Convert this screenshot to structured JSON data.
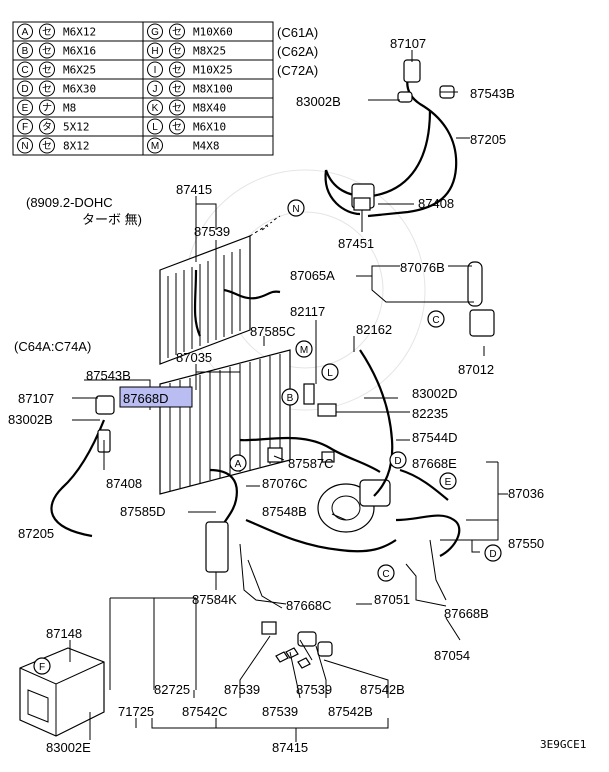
{
  "diagram": {
    "fastener_table": [
      {
        "letter": "A",
        "type": "セ",
        "spec": "M6X12"
      },
      {
        "letter": "G",
        "type": "セ",
        "spec": "M10X60"
      },
      {
        "letter": "B",
        "type": "セ",
        "spec": "M6X16"
      },
      {
        "letter": "H",
        "type": "セ",
        "spec": "M8X25"
      },
      {
        "letter": "C",
        "type": "セ",
        "spec": "M6X25"
      },
      {
        "letter": "I",
        "type": "セ",
        "spec": "M10X25"
      },
      {
        "letter": "D",
        "type": "セ",
        "spec": "M6X30"
      },
      {
        "letter": "J",
        "type": "セ",
        "spec": "M8X100"
      },
      {
        "letter": "E",
        "type": "ナ",
        "spec": "M8"
      },
      {
        "letter": "K",
        "type": "セ",
        "spec": "M8X40"
      },
      {
        "letter": "F",
        "type": "タ",
        "spec": "5X12"
      },
      {
        "letter": "L",
        "type": "セ",
        "spec": "M6X10"
      },
      {
        "letter": "N",
        "type": "セ",
        "spec": "8X12"
      },
      {
        "letter": "M",
        "type": "",
        "spec": "M4X8"
      }
    ],
    "model_note_top": [
      "(C61A)",
      "(C62A)",
      "(C72A)"
    ],
    "model_note_mid": [
      "(8909.2-DOHC",
      "ターボ 無)"
    ],
    "model_note_left": "(C64A:C74A)",
    "diagram_code": "3E9GCE1",
    "highlighted_part": "87668D",
    "callout_letters": [
      "N",
      "C",
      "M",
      "L",
      "B",
      "A",
      "D",
      "E",
      "C",
      "D",
      "F"
    ],
    "part_labels": [
      "87107",
      "83002B",
      "87543B",
      "87205",
      "87408",
      "87451",
      "87415",
      "87539",
      "87076B",
      "87065A",
      "87012",
      "82117",
      "87585C",
      "82162",
      "87035",
      "83002D",
      "82235",
      "87543B",
      "87107",
      "87668D",
      "83002B",
      "87544D",
      "87587C",
      "87668E",
      "87408",
      "87076C",
      "87036",
      "87585D",
      "87548B",
      "87550",
      "87205",
      "87584K",
      "87668C",
      "87051",
      "87668B",
      "87054",
      "87148",
      "82725",
      "87539",
      "87539",
      "87542B",
      "71725",
      "87542C",
      "87539",
      "87542B",
      "83002E",
      "87415"
    ]
  }
}
